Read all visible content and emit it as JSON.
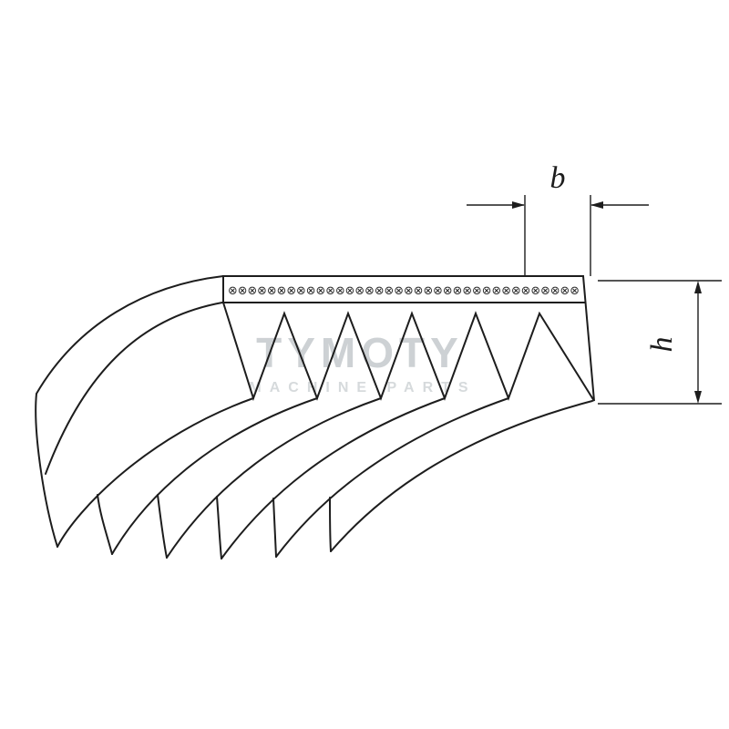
{
  "labels": {
    "width": "b",
    "height": "h"
  },
  "watermark": {
    "line1": "TYMOTY",
    "line2": "MACHINE PARTS"
  },
  "hatch_row": "⊗⊗⊗⊗⊗⊗⊗⊗⊗⊗⊗⊗⊗⊗⊗⊗⊗⊗⊗⊗⊗⊗⊗⊗⊗⊗⊗⊗⊗⊗⊗⊗⊗⊗⊗⊗",
  "colors": {
    "background": "#ffffff",
    "line": "#1d1d1d",
    "hatch": "#2a2a2a",
    "watermark_primary": "#cdd1d4",
    "watermark_secondary": "#d6dadc"
  }
}
